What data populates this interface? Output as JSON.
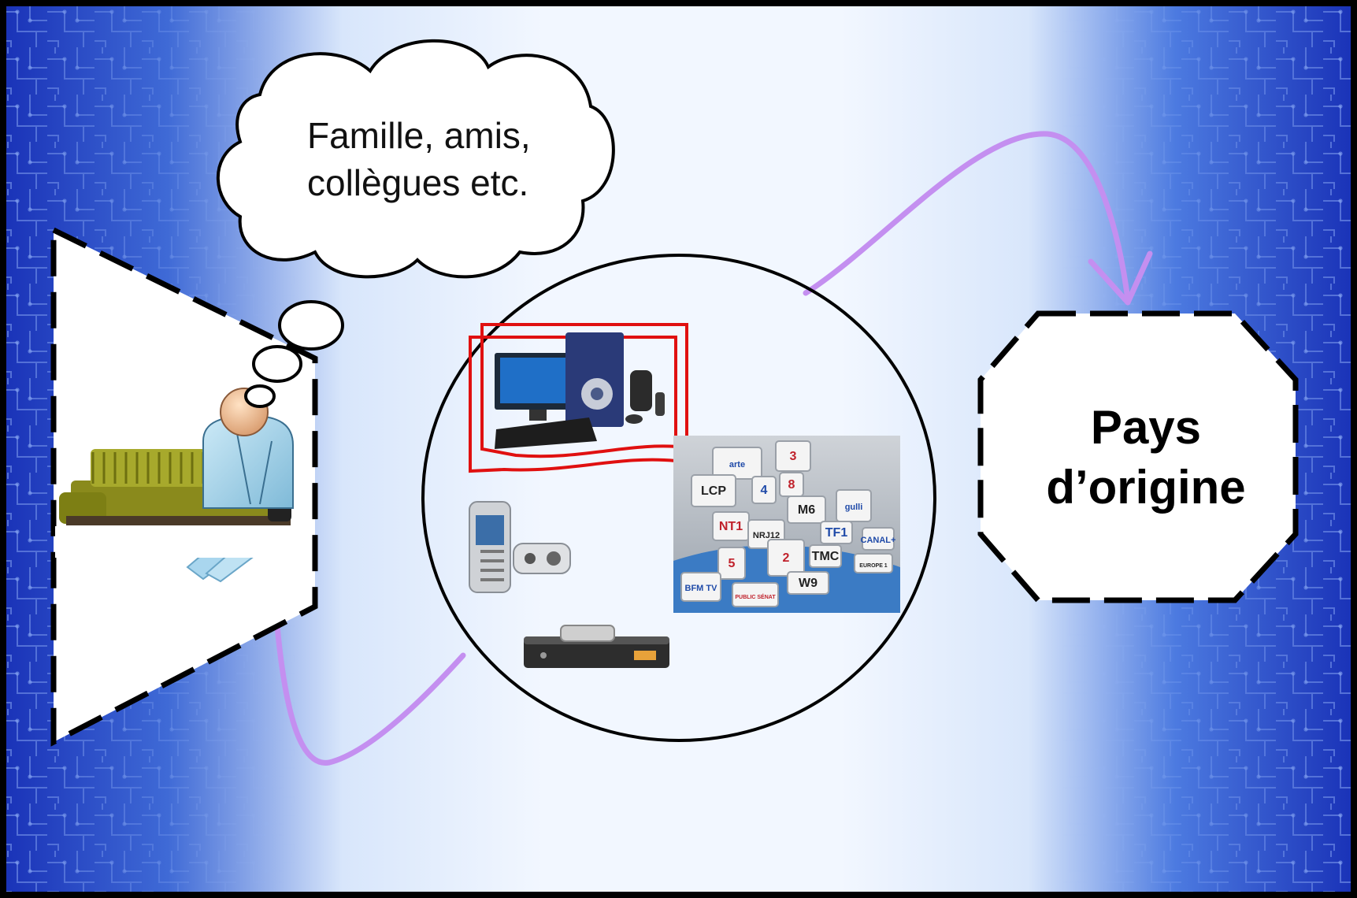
{
  "thought_bubble": {
    "lines": [
      "Famille, amis,",
      "collègues etc."
    ]
  },
  "destination": {
    "lines": [
      "Pays",
      "d’origine"
    ]
  },
  "tv_channel_logos": [
    "arte",
    "3",
    "LCP",
    "4",
    "8",
    "M6",
    "gulli",
    "NT1",
    "NRJ12",
    "TF1",
    "2",
    "TMC",
    "CANAL+",
    "5",
    "EUROPE 1",
    "BFM TV",
    "PUBLIC SÉNAT",
    "W9"
  ],
  "devices": [
    "computer-icon",
    "mobile-phone-icon",
    "satellite-receiver-icon",
    "tv-channels-icon"
  ],
  "colors": {
    "arrow": "#c48ff0",
    "computer_frame": "#e01010",
    "background_blue": "#2a4fc4",
    "background_center": "#eef4ff"
  }
}
